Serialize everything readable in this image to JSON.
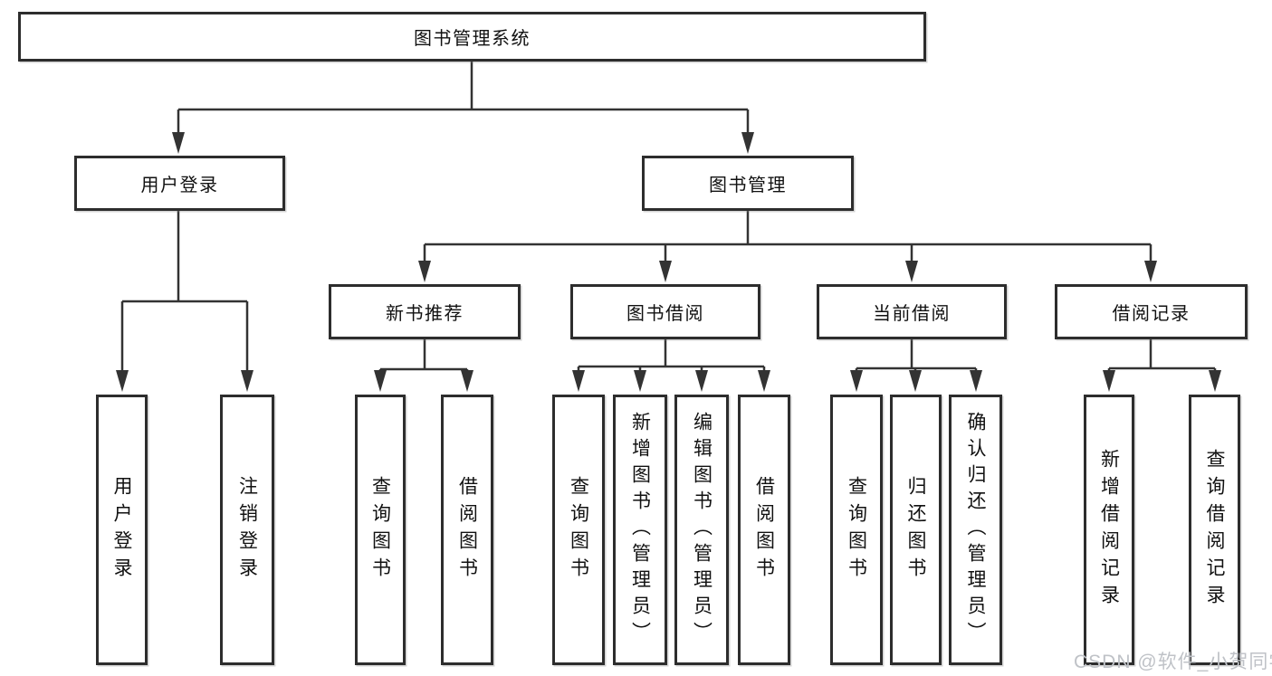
{
  "tree": {
    "root": "图书管理系统",
    "branches": [
      "用户登录",
      "图书管理"
    ],
    "modules": [
      "新书推荐",
      "图书借阅",
      "当前借阅",
      "借阅记录"
    ],
    "login_leaves": [
      "用户登录",
      "注销登录"
    ],
    "recommend_leaves": [
      "查询图书",
      "借阅图书"
    ],
    "borrow_leaves": [
      "查询图书",
      "新增图书（管理员）",
      "编辑图书（管理员）",
      "借阅图书"
    ],
    "current_leaves": [
      "查询图书",
      "归还图书",
      "确认归还（管理员）"
    ],
    "record_leaves": [
      "新增借阅记录",
      "查询借阅记录"
    ]
  },
  "watermark": "CSDN @软件_小贺同学",
  "colors": {
    "line": "#333333",
    "box_border": "#2d2d2d",
    "box_fill": "#ffffff",
    "text": "#111111",
    "watermark": "#bfc2c7",
    "background": "#ffffff"
  }
}
